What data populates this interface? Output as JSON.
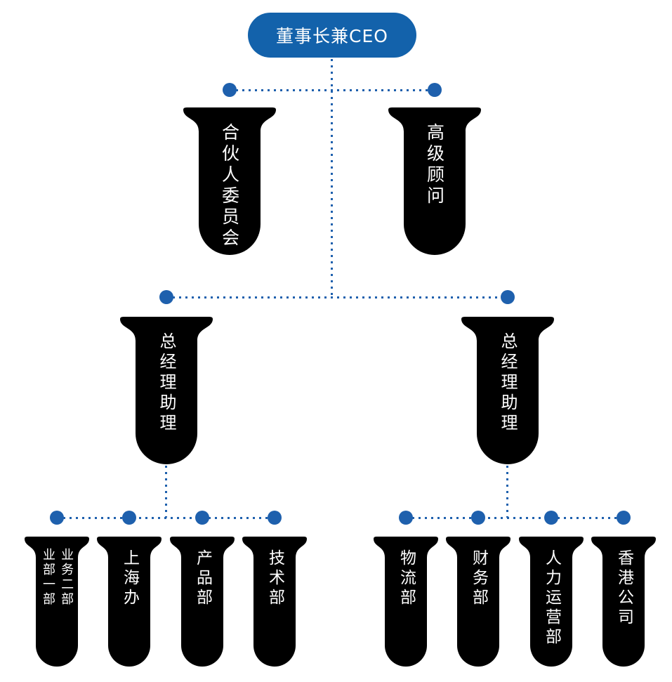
{
  "palette": {
    "node_blue": "#1362ab",
    "line_blue": "#1e60ad",
    "label_white": "#ffffff",
    "background": "#ffffff"
  },
  "chart_data": {
    "type": "org-chart",
    "title": "",
    "root": {
      "label": "董事长兼CEO"
    },
    "hierarchy": [
      {
        "parent": "董事长兼CEO",
        "children": [
          "合伙人委员会",
          "高级顾问",
          "总经理助理(左)",
          "总经理助理(右)"
        ]
      },
      {
        "parent": "总经理助理(左)",
        "children": [
          "业务二部/业部一部",
          "上海办",
          "产品部",
          "技术部"
        ]
      },
      {
        "parent": "总经理助理(右)",
        "children": [
          "物流部",
          "财务部",
          "人力运营部",
          "香港公司"
        ]
      }
    ]
  },
  "root": {
    "label": "董事长兼CEO"
  },
  "level2": [
    {
      "label": "合伙人委员会"
    },
    {
      "label": "高级顾问"
    }
  ],
  "level3": [
    {
      "label": "总经理助理"
    },
    {
      "label": "总经理助理"
    }
  ],
  "level4_left": [
    {
      "line1": "业务二部",
      "line2": "业部一部"
    },
    {
      "label": "上海办"
    },
    {
      "label": "产品部"
    },
    {
      "label": "技术部"
    }
  ],
  "level4_right": [
    {
      "label": "物流部"
    },
    {
      "label": "财务部"
    },
    {
      "label": "人力运营部"
    },
    {
      "label": "香港公司"
    }
  ]
}
